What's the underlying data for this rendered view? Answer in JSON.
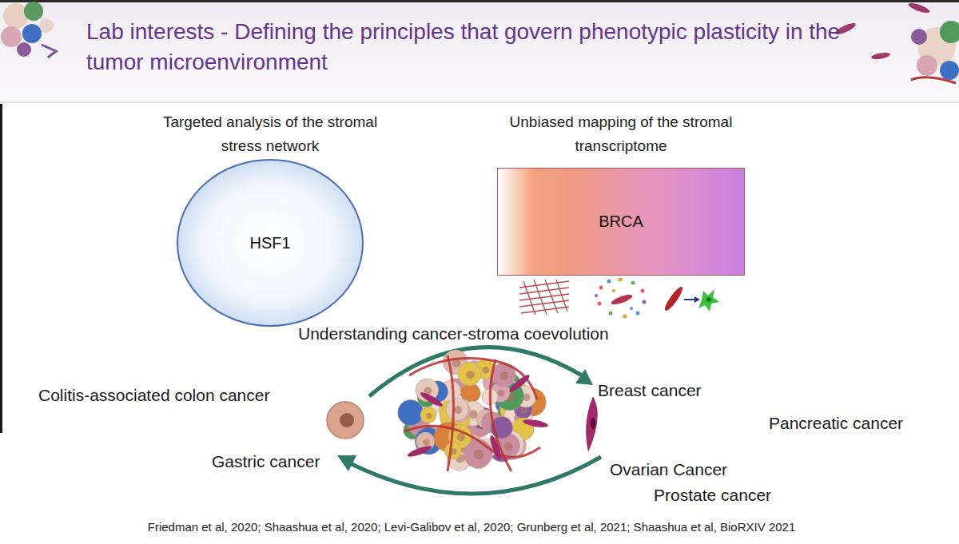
{
  "diagram": {
    "title": "Lab interests - Defining the principles that govern phenotypic plasticity in the tumor microenvironment",
    "caption": "Friedman et al, 2020; Shaashua et al, 2020; Levi-Galibov et al, 2020; Grunberg et al, 2021; Shaashua et al, BioRXIV 2021",
    "nodes": [
      {
        "text": [
          "Targeted analysis of the stromal stress network",
          "HSF1"
        ]
      },
      {
        "text": [
          "Unbiased mapping of the stromal transcriptome",
          "BRCA"
        ]
      }
    ],
    "labels": [
      "Understanding cancer-stroma coevolution",
      "Colitis-associated colon cancer",
      "Breast cancer",
      "Pancreatic cancer",
      "Gastric cancer",
      "Ovarian Cancer",
      "Prostate cancer"
    ]
  }
}
